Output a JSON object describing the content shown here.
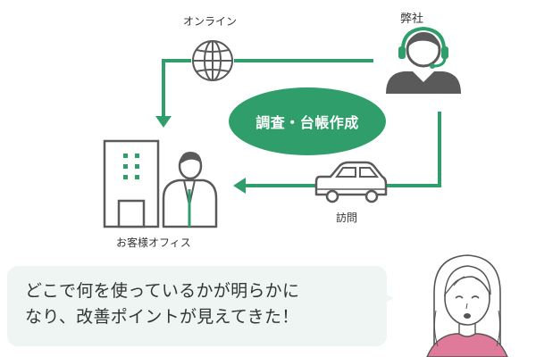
{
  "diagram": {
    "labels": {
      "online": "オンライン",
      "company": "弊社",
      "visit": "訪問",
      "office": "お客様オフィス"
    },
    "center_label": "調査・台帳作成",
    "colors": {
      "primary_green": "#2f9e6b",
      "dark_green": "#1f8c5a",
      "icon_gray": "#5a5a5a",
      "bubble_bg": "#eef5f3",
      "face_pink": "#e07a9a"
    },
    "icons": [
      "globe-icon",
      "headset-operator-icon",
      "car-icon",
      "office-building-icon",
      "person-icon",
      "woman-icon"
    ]
  },
  "speech": {
    "line1": "どこで何を使っているかが明らかに",
    "line2": "なり、改善ポイントが見えてきた！"
  }
}
